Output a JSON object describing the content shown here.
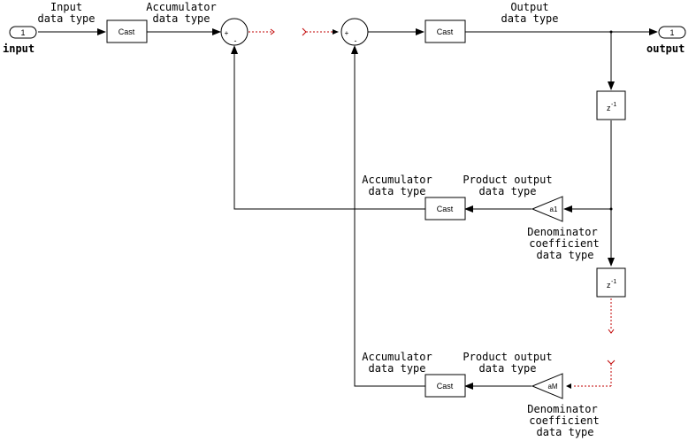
{
  "ports": {
    "input": {
      "number": "1",
      "label": "input"
    },
    "output": {
      "number": "1",
      "label": "output"
    }
  },
  "blocks": {
    "cast_label": "Cast",
    "delay_label": "z",
    "delay_exponent": "-1",
    "gain1_label": "a1",
    "gainM_label": "aM",
    "sum_plus": "+",
    "sum_minus": "-"
  },
  "labels": {
    "input_type": [
      "Input",
      "data type"
    ],
    "acc_type_top": [
      "Accumulator",
      "data type"
    ],
    "output_type": [
      "Output",
      "data type"
    ],
    "acc_type_mid": [
      "Accumulator",
      "data type"
    ],
    "prod_type_mid": [
      "Product output",
      "data type"
    ],
    "denom_type_mid": [
      "Denominator",
      "coefficient",
      "data type"
    ],
    "acc_type_bot": [
      "Accumulator",
      "data type"
    ],
    "prod_type_bot": [
      "Product output",
      "data type"
    ],
    "denom_type_bot": [
      "Denominator",
      "coefficient",
      "data type"
    ]
  },
  "colors": {
    "line": "#000000",
    "dashed": "#c00000",
    "background": "#ffffff"
  }
}
